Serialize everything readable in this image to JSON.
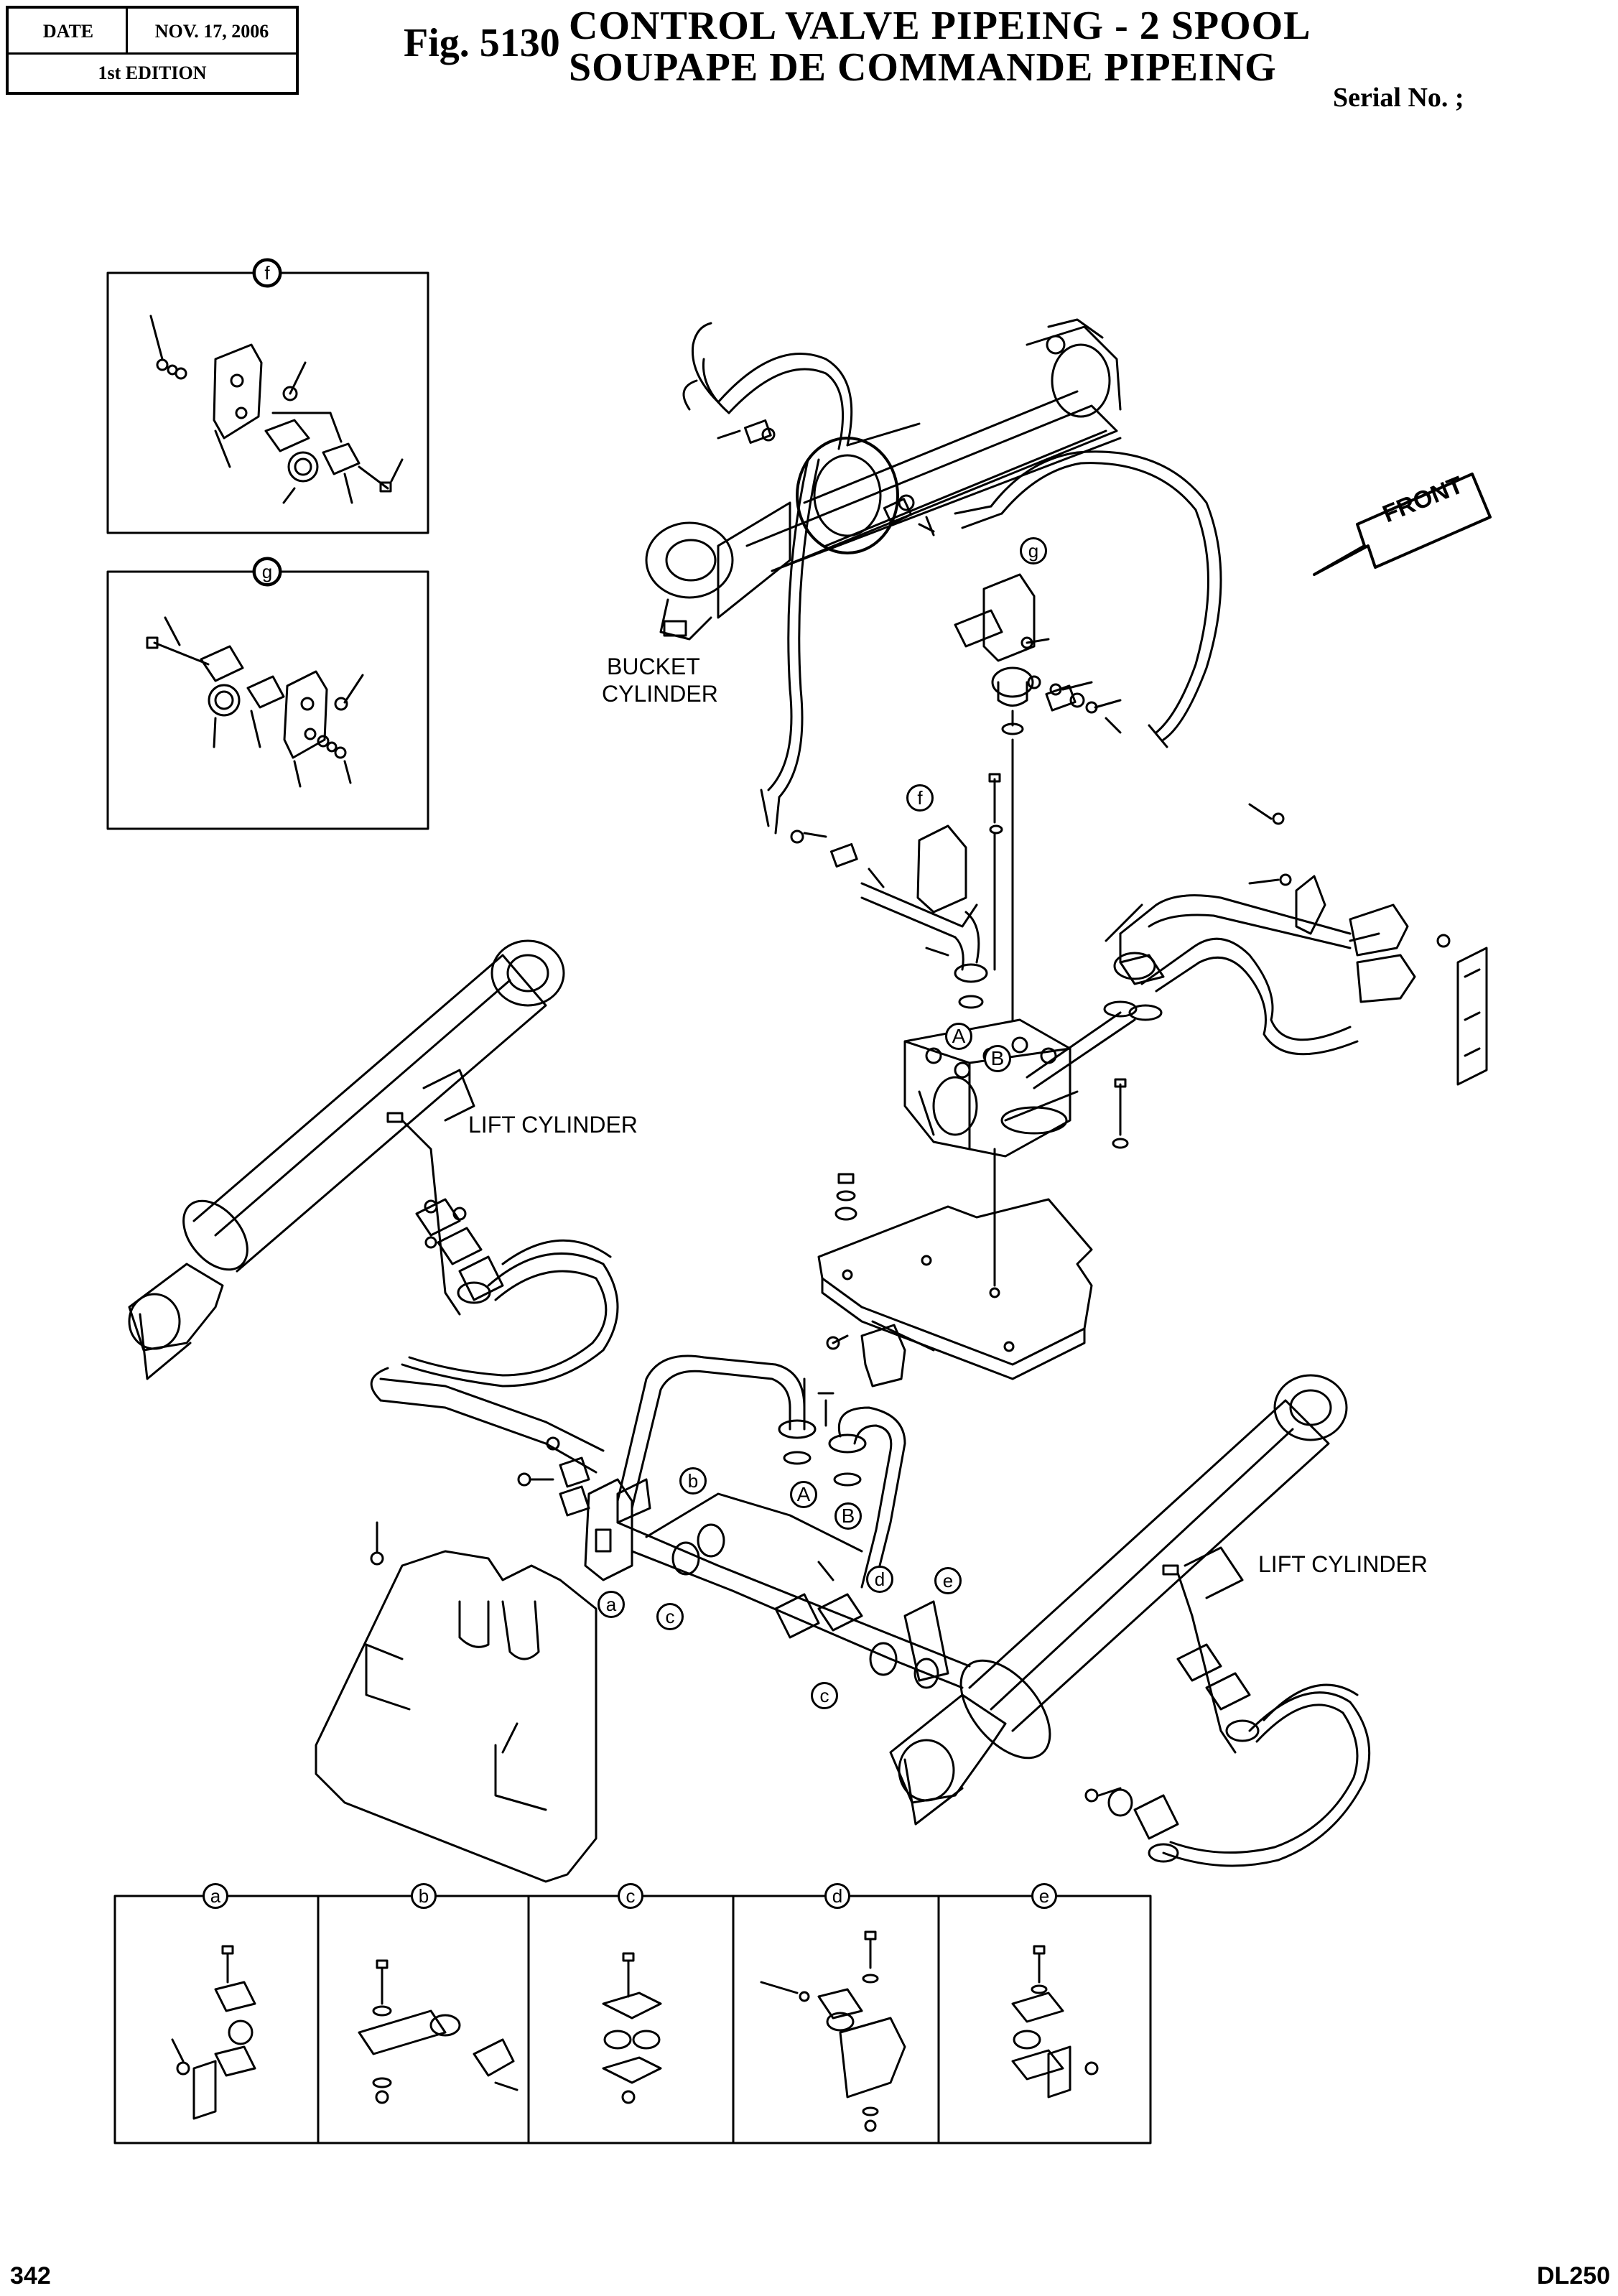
{
  "header": {
    "date_label": "DATE",
    "date_value": "NOV. 17, 2006",
    "edition": "1st EDITION",
    "fig_number": "Fig. 5130",
    "title_en": "CONTROL  VALVE  PIPEING  -  2  SPOOL",
    "title_fr": "SOUPAPE  DE  COMMANDE  PIPEING",
    "serial": "Serial No. ;"
  },
  "labels": {
    "bucket_cylinder": [
      "BUCKET",
      "CYLINDER"
    ],
    "lift_cylinder_left": "LIFT CYLINDER",
    "lift_cylinder_right": "LIFT CYLINDER",
    "front_arrow": "FRONT"
  },
  "callouts": {
    "f": "f",
    "g": "g",
    "a": "a",
    "b": "b",
    "c": "c",
    "d": "d",
    "e": "e",
    "port_A": "A",
    "port_B": "B"
  },
  "footer": {
    "page_number": "342",
    "model": "DL250"
  }
}
